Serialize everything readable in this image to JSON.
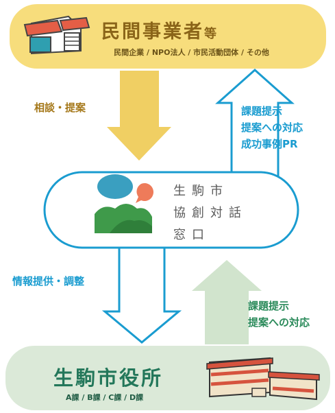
{
  "private_sector": {
    "title_main": "民間事業者",
    "title_suffix": "等",
    "subtitle": "民間企業 / NPO法人 / 市民活動団体 / その他"
  },
  "arrows": {
    "down_top_label": "相談・提案",
    "up_top_lines": [
      "課題提示",
      "提案への対応",
      "成功事例PR"
    ],
    "down_bottom_label": "情報提供・調整",
    "up_bottom_lines": [
      "課題提示",
      "提案への対応"
    ]
  },
  "window": {
    "lines": [
      "生駒市",
      "協創対話",
      "窓口"
    ]
  },
  "city_hall": {
    "title": "生駒市役所",
    "subtitle": "A課 / B課 / C課 / D課"
  },
  "colors": {
    "yellow_bg": "#f7dd7c",
    "gold_arrow": "#f0cf63",
    "blue": "#1a9cd0",
    "green_bg": "#dbe9d8",
    "green_arrow": "#d1e4cd",
    "dark_green": "#23775a"
  }
}
